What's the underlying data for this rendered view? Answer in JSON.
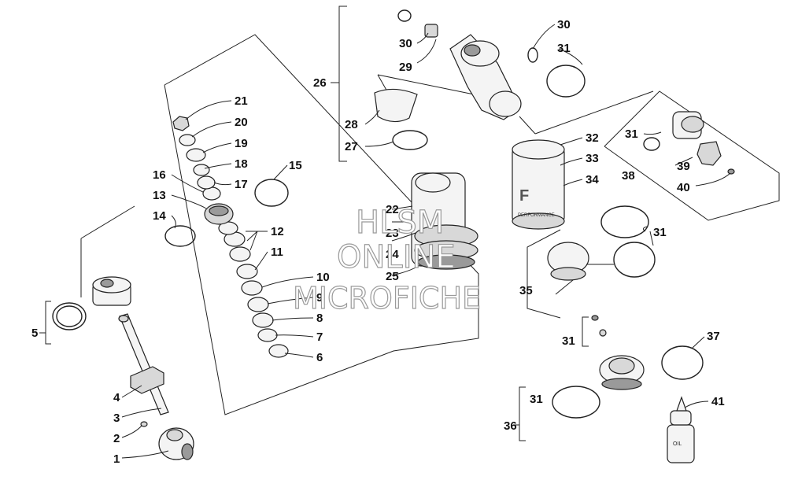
{
  "diagram": {
    "callouts": [
      "1",
      "2",
      "3",
      "4",
      "5",
      "6",
      "7",
      "8",
      "9",
      "10",
      "11",
      "12",
      "13",
      "14",
      "15",
      "16",
      "17",
      "18",
      "19",
      "20",
      "21",
      "22",
      "23",
      "24",
      "25",
      "26",
      "27",
      "28",
      "29",
      "30",
      "30",
      "31",
      "31",
      "31",
      "31",
      "31",
      "31",
      "32",
      "33",
      "34",
      "35",
      "36",
      "37",
      "38",
      "39",
      "40",
      "41"
    ],
    "watermark": {
      "line1": "HLSM",
      "line2": "ONLINE",
      "line3": "MICROFICHE"
    },
    "bottle_label": "OIL",
    "logo_label": "PERFORMANCE"
  }
}
